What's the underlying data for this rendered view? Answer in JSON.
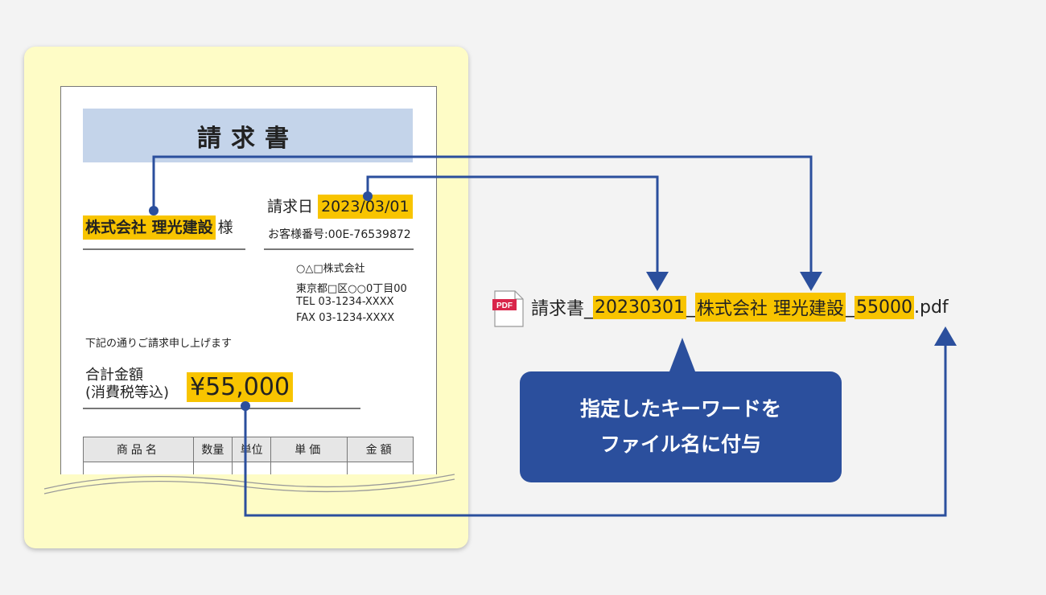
{
  "invoice": {
    "title": "請求書",
    "customer_name": "株式会社 理光建設",
    "customer_suffix": "様",
    "date_label": "請求日",
    "date_value": "2023/03/01",
    "customer_number": "お客様番号:00E-76539872",
    "issuer_company": "○△□株式会社",
    "issuer_address": "東京都□区○○0丁目00",
    "issuer_tel": "TEL 03-1234-XXXX",
    "issuer_fax": "FAX 03-1234-XXXX",
    "message": "下記の通りご請求申し上げます",
    "total_label_1": "合計金額",
    "total_label_2": "(消費税等込)",
    "total_value": "¥55,000",
    "table_headers": [
      "商品名",
      "数量",
      "単位",
      "単価",
      "金額"
    ]
  },
  "filename": {
    "prefix": "請求書_",
    "date": "20230301",
    "sep1": "_",
    "company": "株式会社 理光建設",
    "sep2": "_",
    "amount": "55000",
    "ext": ".pdf"
  },
  "pdf_icon_label": "PDF",
  "callout": {
    "line1": "指定したキーワードを",
    "line2": "ファイル名に付与"
  },
  "colors": {
    "highlight": "#f8c400",
    "arrow": "#2b4f9d",
    "panel": "#fefcc6",
    "title_bar": "#c4d4ea",
    "pdf_red": "#d9254a"
  }
}
